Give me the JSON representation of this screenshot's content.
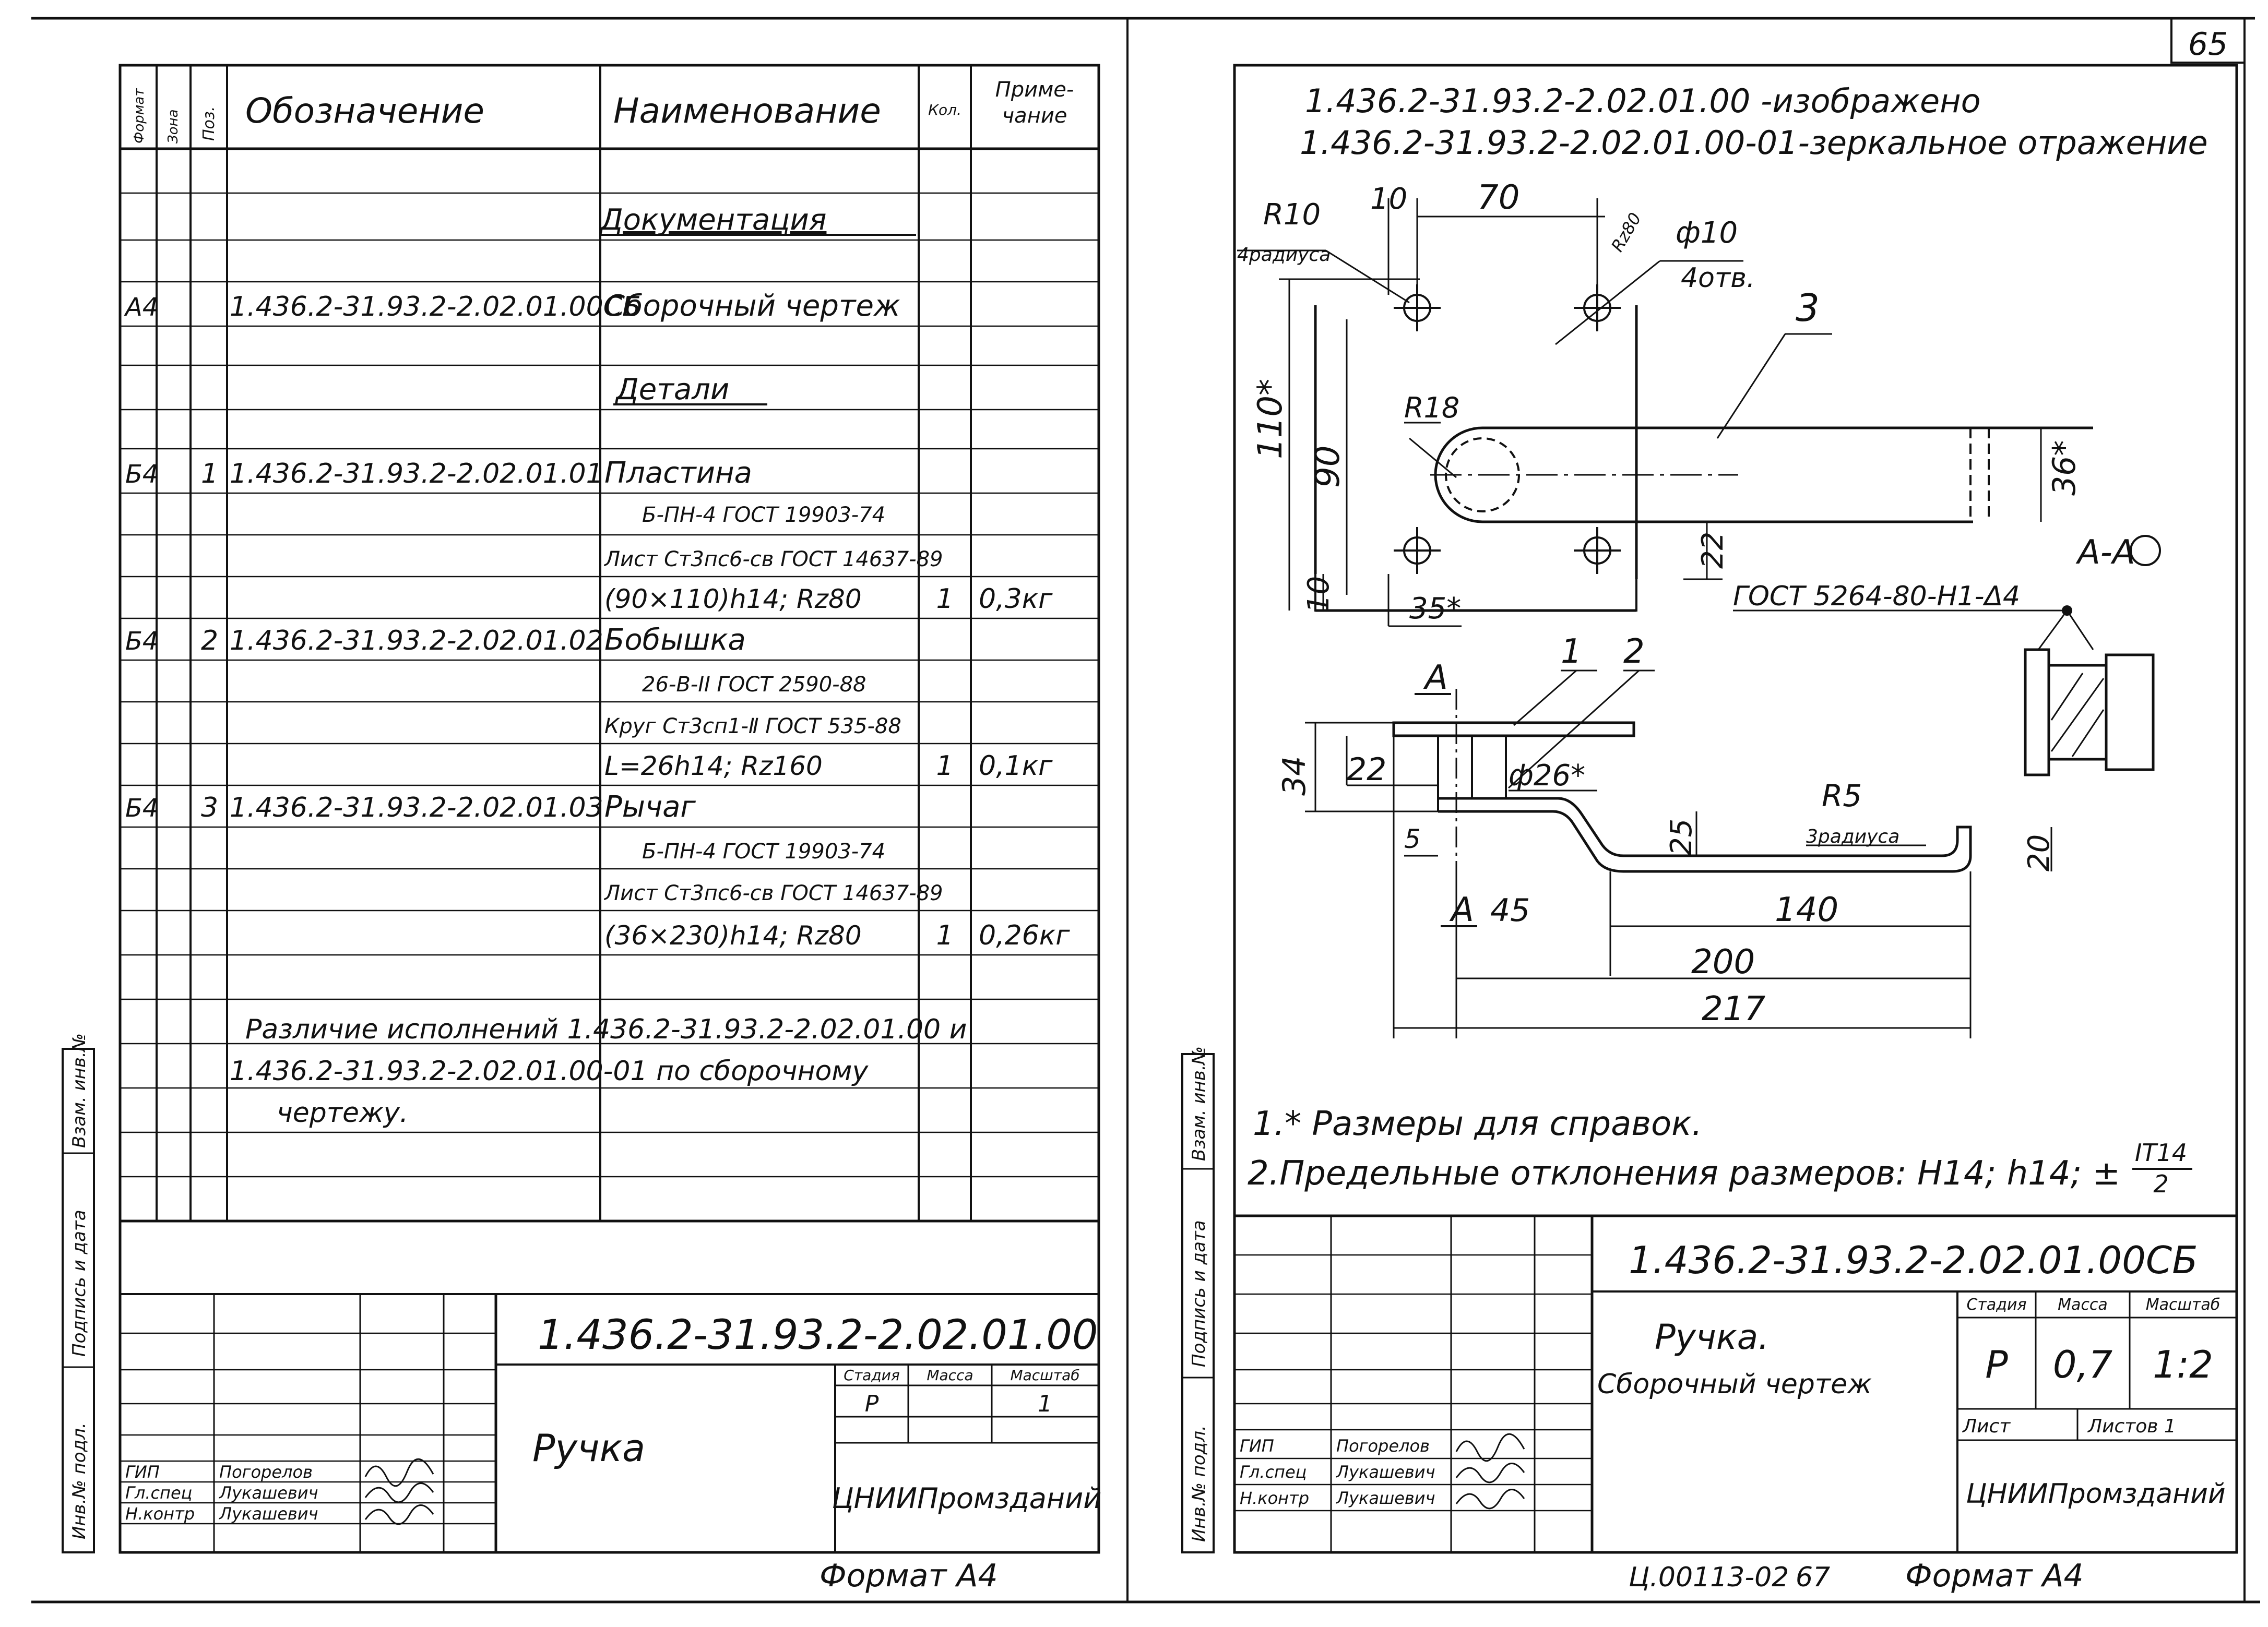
{
  "sheet_number": "65",
  "spec": {
    "header": {
      "format": "Формат",
      "zone": "Зона",
      "pos": "Поз.",
      "designation": "Обозначение",
      "name": "Наименование",
      "qty": "Кол.",
      "note_1": "Приме-",
      "note_2": "чание"
    },
    "section_docs": "Документация",
    "section_parts": "Детали",
    "rows": [
      {
        "fmt": "А4",
        "pos": "",
        "des": "1.436.2-31.93.2-2.02.01.00СБ",
        "name": "Сборочный чертеж",
        "qty": "",
        "note": ""
      },
      {
        "fmt": "Б4",
        "pos": "1",
        "des": "1.436.2-31.93.2-2.02.01.01",
        "name": "Пластина",
        "qty": "",
        "note": ""
      },
      {
        "fmt": "",
        "pos": "",
        "des": "",
        "name": "Б-ПН-4 ГОСТ 19903-74",
        "qty": "",
        "note": ""
      },
      {
        "fmt": "",
        "pos": "",
        "des": "",
        "name": "Лист Ст3пс6-св ГОСТ 14637-89",
        "qty": "",
        "note": ""
      },
      {
        "fmt": "",
        "pos": "",
        "des": "",
        "name": "(90×110)h14; Rz80",
        "qty": "1",
        "note": "0,3кг"
      },
      {
        "fmt": "Б4",
        "pos": "2",
        "des": "1.436.2-31.93.2-2.02.01.02",
        "name": "Бобышка",
        "qty": "",
        "note": ""
      },
      {
        "fmt": "",
        "pos": "",
        "des": "",
        "name": "26-В-II ГОСТ 2590-88",
        "qty": "",
        "note": ""
      },
      {
        "fmt": "",
        "pos": "",
        "des": "",
        "name": "Круг Ст3сп1-Ⅱ ГОСТ 535-88",
        "qty": "",
        "note": ""
      },
      {
        "fmt": "",
        "pos": "",
        "des": "",
        "name": "L=26h14; Rz160",
        "qty": "1",
        "note": "0,1кг"
      },
      {
        "fmt": "Б4",
        "pos": "3",
        "des": "1.436.2-31.93.2-2.02.01.03",
        "name": "Рычаг",
        "qty": "",
        "note": ""
      },
      {
        "fmt": "",
        "pos": "",
        "des": "",
        "name": "Б-ПН-4 ГОСТ 19903-74",
        "qty": "",
        "note": ""
      },
      {
        "fmt": "",
        "pos": "",
        "des": "",
        "name": "Лист Ст3пс6-св ГОСТ 14637-89",
        "qty": "",
        "note": ""
      },
      {
        "fmt": "",
        "pos": "",
        "des": "",
        "name": "(36×230)h14; Rz80",
        "qty": "1",
        "note": "0,26кг"
      }
    ],
    "variants_note_1": "Различие исполнений 1.436.2-31.93.2-2.02.01.00 и",
    "variants_note_2": "1.436.2-31.93.2-2.02.01.00-01 по сборочному",
    "variants_note_3": "чертежу."
  },
  "side_labels": {
    "inv_dup": "Взам. инв.№",
    "signature_date": "Подпись и дата",
    "inv_orig": "Инв.№ подл."
  },
  "title_left": {
    "designation": "1.436.2-31.93.2-2.02.01.00",
    "name": "Ручка",
    "stage_label": "Стадия",
    "mass_label": "Масса",
    "scale_label": "Масштаб",
    "stage": "Р",
    "scale": "1",
    "org": "ЦНИИПромзданий",
    "roles": [
      "ГИП",
      "Гл.спец",
      "Н.контр"
    ],
    "people": [
      "Погорелов",
      "Лукашевич",
      "Лукашевич"
    ],
    "format": "Формат А4"
  },
  "drawing": {
    "header_1": "1.436.2-31.93.2-2.02.01.00 -изображено",
    "header_2": "1.436.2-31.93.2-2.02.01.00-01-зеркальное отражение",
    "dims": {
      "r10": "R10",
      "r10_note": "4радиуса",
      "d10": "10",
      "d70": "70",
      "rz80": "Rz80",
      "phi10": "ф10",
      "phi10_note": "4отв.",
      "pos3": "3",
      "d110": "110*",
      "d90": "90",
      "r18": "R18",
      "d36": "36*",
      "d22": "22",
      "d10b": "10",
      "d35": "35*",
      "gost": "ГОСТ 5264-80-Н1-Δ4",
      "section_aa": "А-А",
      "sec_a": "А",
      "pos1": "1",
      "pos2": "2",
      "d34": "34",
      "d22b": "22",
      "phi26": "ф26*",
      "r5": "R5",
      "r5_note": "3радиуса",
      "d25": "25",
      "d20": "20",
      "d5": "5",
      "d45": "45",
      "d140": "140",
      "d200": "200",
      "d217": "217"
    },
    "note_1": "1.* Размеры для справок.",
    "note_2": "2.Предельные отклонения размеров: Н14; h14; ±",
    "note_frac_top": "IT14",
    "note_frac_bottom": "2"
  },
  "title_right": {
    "designation": "1.436.2-31.93.2-2.02.01.00СБ",
    "name": "Ручка.",
    "subname": "Сборочный чертеж",
    "stage_label": "Стадия",
    "mass_label": "Масса",
    "scale_label": "Масштаб",
    "stage": "Р",
    "mass": "0,7",
    "scale": "1:2",
    "sheet_label": "Лист",
    "sheets_label": "Листов 1",
    "org": "ЦНИИПромзданий",
    "roles": [
      "ГИП",
      "Гл.спец",
      "Н.контр"
    ],
    "people": [
      "Погорелов",
      "Лукашевич",
      "Лукашевич"
    ],
    "catalog": "Ц.00113-02",
    "page": "67",
    "format": "Формат А4"
  }
}
